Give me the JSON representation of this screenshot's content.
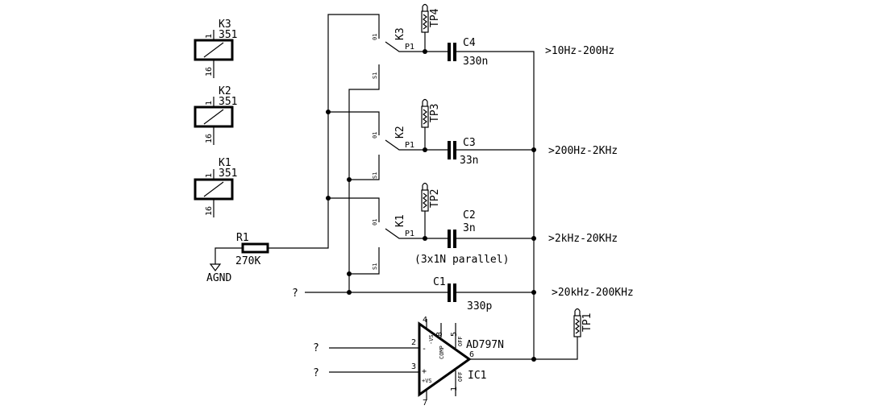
{
  "relays": [
    {
      "ref": "K3",
      "value": "351",
      "pin_top": "1",
      "pin_bottom": "16"
    },
    {
      "ref": "K2",
      "value": "351",
      "pin_top": "1",
      "pin_bottom": "16"
    },
    {
      "ref": "K1",
      "value": "351",
      "pin_top": "1",
      "pin_bottom": "16"
    }
  ],
  "switches": [
    {
      "ref": "K3",
      "nc": "01",
      "common": "P1",
      "no": "S1"
    },
    {
      "ref": "K2",
      "nc": "01",
      "common": "P1",
      "no": "S1"
    },
    {
      "ref": "K1",
      "nc": "01",
      "common": "P1",
      "no": "S1"
    }
  ],
  "testpoints": [
    "TP4",
    "TP3",
    "TP2",
    "TP1"
  ],
  "capacitors": [
    {
      "ref": "C4",
      "value": "330n",
      "range": ">10Hz-200Hz"
    },
    {
      "ref": "C3",
      "value": "33n",
      "range": ">200Hz-2KHz"
    },
    {
      "ref": "C2",
      "value": "3n",
      "range": ">2kHz-20KHz"
    },
    {
      "ref": "C1",
      "value": "330p",
      "range": ">20kHz-200KHz"
    }
  ],
  "c2_note": "(3x1N parallel)",
  "resistor": {
    "ref": "R1",
    "value": "270K"
  },
  "ground": "AGND",
  "unknown_net": "?",
  "opamp": {
    "part": "AD797N",
    "ref": "IC1",
    "pins": {
      "p2": "2",
      "p3": "3",
      "p4": "4",
      "p5": "5",
      "p6": "6",
      "p7": "7",
      "p8": "8",
      "p1": "1"
    },
    "inner": {
      "minus": "-",
      "plus": "+",
      "vs_neg": "-VS",
      "vs_pos": "+VS",
      "comp": "COMP",
      "off": "OFF"
    }
  }
}
